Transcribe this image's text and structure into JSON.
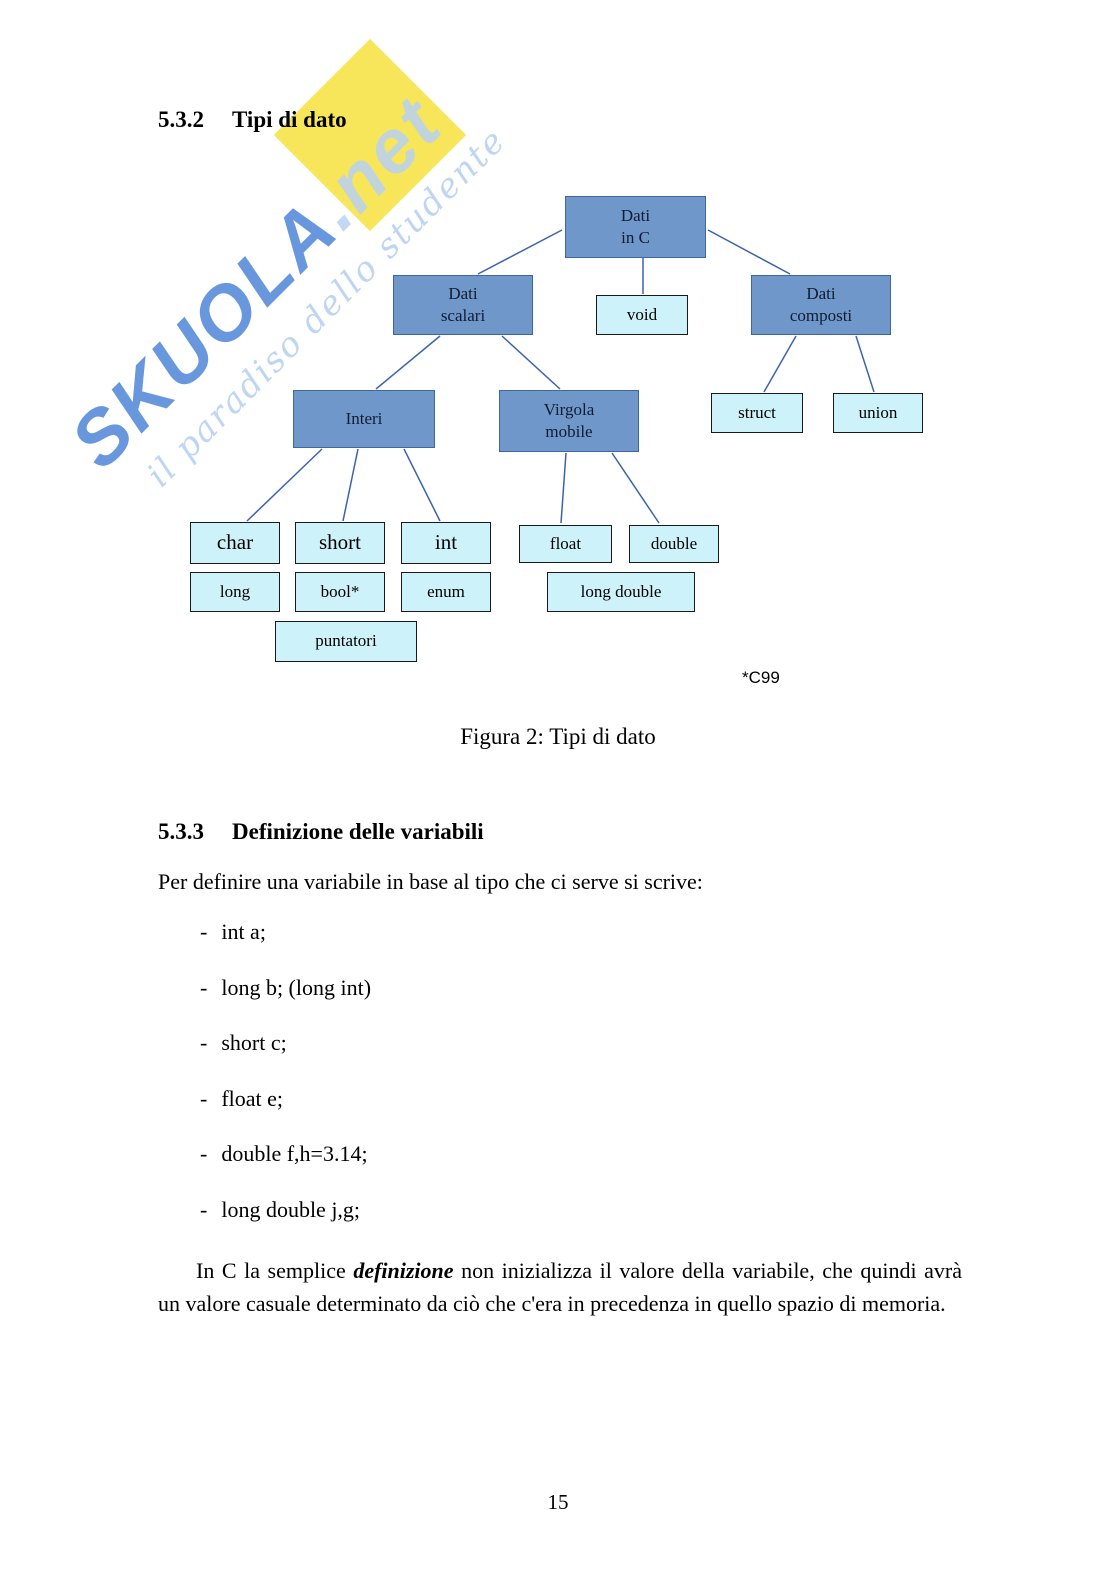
{
  "watermark": {
    "brand": "SKUOLA",
    "suffix": ".net",
    "tagline": "il paradiso dello studente"
  },
  "heading_532": {
    "number": "5.3.2",
    "title": "Tipi di dato"
  },
  "diagram": {
    "nodes": {
      "dati_in_c": "Dati\nin C",
      "dati_scalari": "Dati\nscalari",
      "void": "void",
      "dati_composti": "Dati\ncomposti",
      "interi": "Interi",
      "virgola_mobile": "Virgola\nmobile",
      "struct": "struct",
      "union": "union",
      "char": "char",
      "short": "short",
      "int": "int",
      "float": "float",
      "double": "double",
      "long": "long",
      "bool": "bool*",
      "enum": "enum",
      "long_double": "long double",
      "puntatori": "puntatori"
    },
    "footnote": "*C99",
    "caption": "Figura 2: Tipi di dato"
  },
  "heading_533": {
    "number": "5.3.3",
    "title": "Definizione delle variabili"
  },
  "intro_text": "Per definire una variabile in base al tipo che ci serve si scrive:",
  "list": {
    "bullet": "-",
    "items": [
      "int a;",
      "long b; (long int)",
      "short c;",
      "float e;",
      "double f,h=3.14;",
      "long double j,g;"
    ]
  },
  "closing_paragraph": {
    "pre": "In C la semplice ",
    "emphasis": "definizione",
    "post": " non inizializza il valore della variabile, che quindi avrà un valore casuale determinato da ciò che c'era in precedenza in quello spazio di memoria."
  },
  "page_number": "15",
  "colors": {
    "dark_node_fill": "#6f97c9",
    "dark_node_border": "#3e66a0",
    "light_node_fill": "#cef2f9",
    "connector": "#3c63ae",
    "watermark_blue": "#4f86d8",
    "watermark_light_blue": "#b9d2f2",
    "watermark_yellow": "#f6e44b"
  }
}
